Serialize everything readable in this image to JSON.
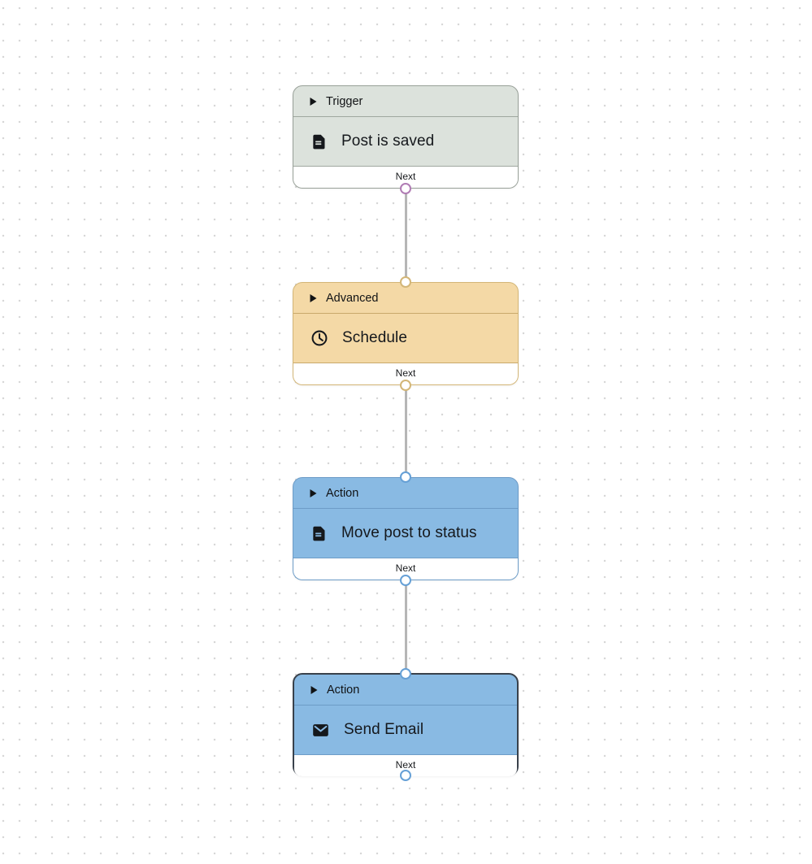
{
  "canvas": {
    "background": "#ffffff",
    "dot_color": "#d7d7d7",
    "connector_color": "#b6b6b6"
  },
  "nodes": [
    {
      "id": "trigger-post-is-saved",
      "category": "Trigger",
      "category_icon": "disclosure-triangle-icon",
      "title": "Post is saved",
      "title_icon": "document-icon",
      "footer_label": "Next",
      "selected": false,
      "has_input_port": false,
      "has_output_port": true,
      "colors": {
        "fill": "#dce2dc",
        "border": "#98a098",
        "divider": "#9fa79f",
        "port_in": "#98a098",
        "port_out": "#b07cb4"
      }
    },
    {
      "id": "advanced-schedule",
      "category": "Advanced",
      "category_icon": "disclosure-triangle-icon",
      "title": "Schedule",
      "title_icon": "clock-icon",
      "footer_label": "Next",
      "selected": false,
      "has_input_port": true,
      "has_output_port": true,
      "colors": {
        "fill": "#f4d9a6",
        "border": "#d3b677",
        "divider": "#c9a96b",
        "port_in": "#d3b677",
        "port_out": "#d3b677"
      }
    },
    {
      "id": "action-move-post-to-status",
      "category": "Action",
      "category_icon": "disclosure-triangle-icon",
      "title": "Move post to status",
      "title_icon": "document-icon",
      "footer_label": "Next",
      "selected": false,
      "has_input_port": true,
      "has_output_port": true,
      "colors": {
        "fill": "#89bae3",
        "border": "#6d9cc7",
        "divider": "#6d9cc7",
        "port_in": "#66a0d6",
        "port_out": "#66a0d6"
      }
    },
    {
      "id": "action-send-email",
      "category": "Action",
      "category_icon": "disclosure-triangle-icon",
      "title": "Send Email",
      "title_icon": "envelope-icon",
      "footer_label": "Next",
      "selected": true,
      "has_input_port": true,
      "has_output_port": true,
      "colors": {
        "fill": "#89bae3",
        "border": "#39414b",
        "divider": "#6d9cc7",
        "port_in": "#66a0d6",
        "port_out": "#66a0d6"
      }
    }
  ],
  "edges": [
    {
      "from": "trigger-post-is-saved",
      "to": "advanced-schedule"
    },
    {
      "from": "advanced-schedule",
      "to": "action-move-post-to-status"
    },
    {
      "from": "action-move-post-to-status",
      "to": "action-send-email"
    }
  ]
}
